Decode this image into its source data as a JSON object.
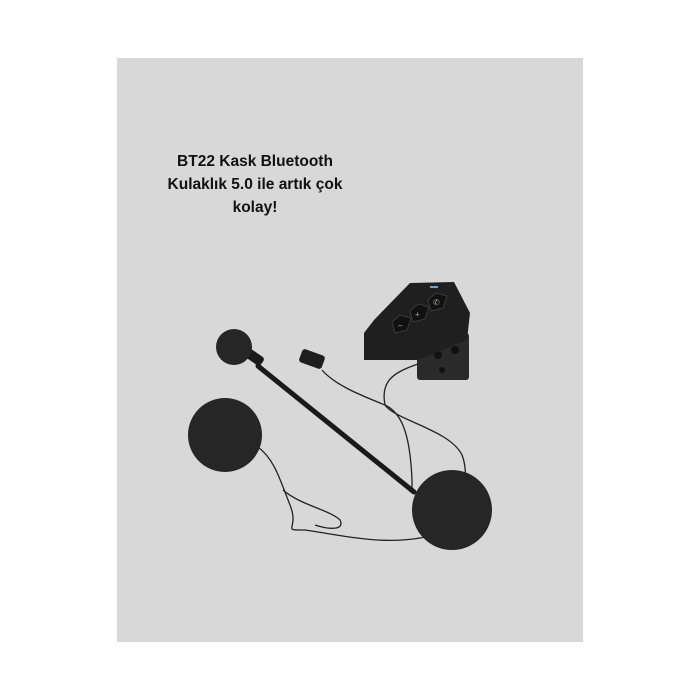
{
  "caption": {
    "line1": "BT22 Kask Bluetooth",
    "line2": "Kulaklık 5.0 ile artık çok",
    "line3": "kolay!"
  },
  "colors": {
    "panel": "#d8d8d8",
    "background": "#ffffff",
    "product": "#1c1c1c"
  }
}
